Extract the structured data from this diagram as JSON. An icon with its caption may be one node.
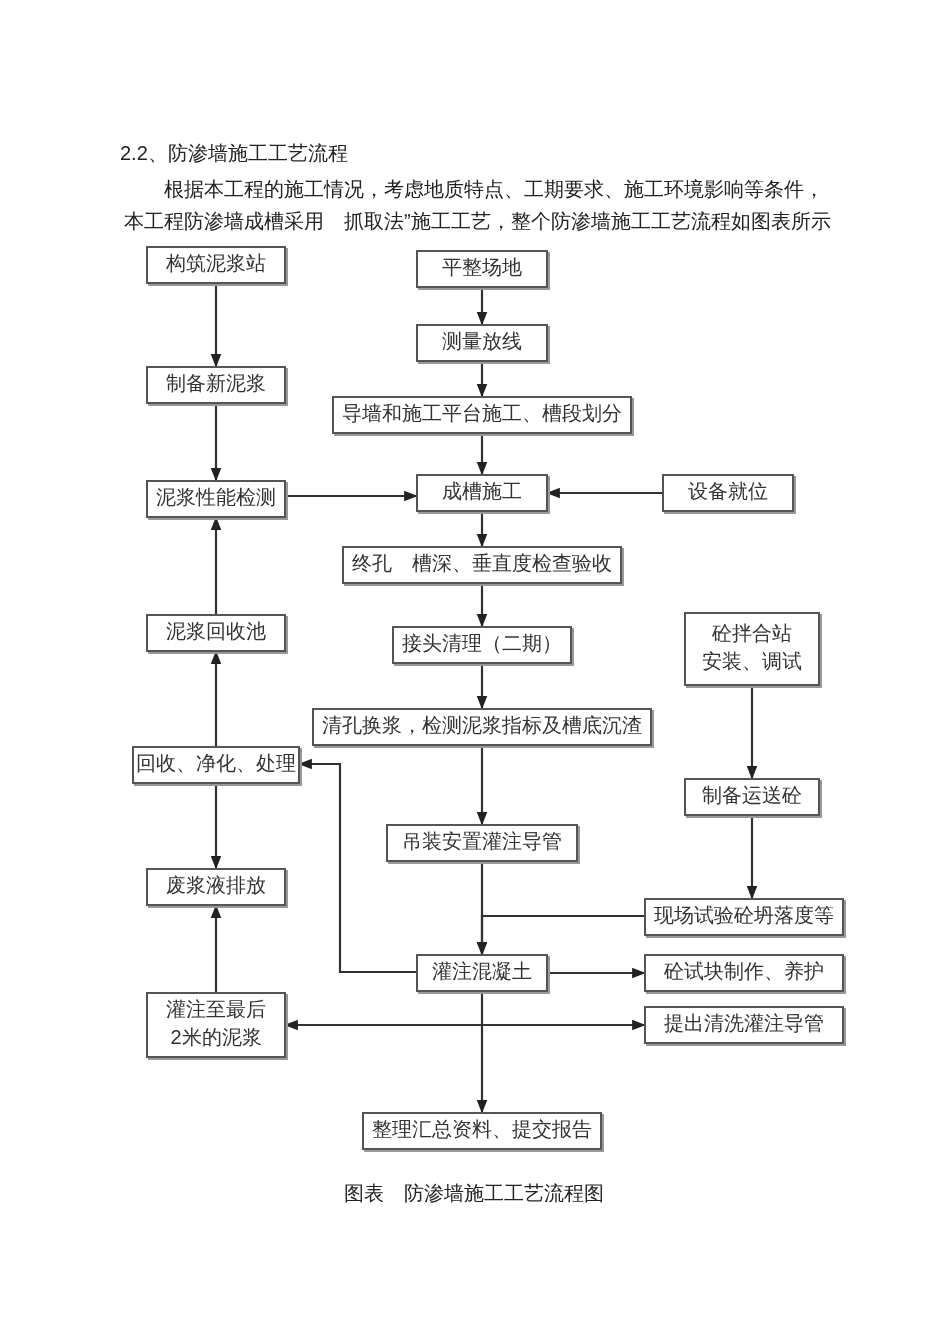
{
  "diagram": {
    "title": "2.2、防渗墙施工工艺流程",
    "caption": "图表　防渗墙施工工艺流程图",
    "labels": [
      "根据本工程的施工情况，考虑地质特点、工期要求、施工环境影响等条件，本工程防渗墙成槽采用　抓取法”施工工艺，整个防渗墙施工工艺流程如图表所示"
    ],
    "nodes": [
      {
        "text": [
          "构筑泥浆站"
        ]
      },
      {
        "text": [
          "平整场地"
        ]
      },
      {
        "text": [
          "测量放线"
        ]
      },
      {
        "text": [
          "制备新泥浆"
        ]
      },
      {
        "text": [
          "导墙和施工平台施工、槽段划分"
        ]
      },
      {
        "text": [
          "泥浆性能检测"
        ]
      },
      {
        "text": [
          "成槽施工"
        ]
      },
      {
        "text": [
          "设备就位"
        ]
      },
      {
        "text": [
          "终孔　槽深、垂直度检查验收"
        ]
      },
      {
        "text": [
          "泥浆回收池"
        ]
      },
      {
        "text": [
          "接头清理（二期）"
        ]
      },
      {
        "text": [
          "砼拌合站",
          "安装、调试"
        ]
      },
      {
        "text": [
          "清孔换浆，检测泥浆指标及槽底沉渣"
        ]
      },
      {
        "text": [
          "回收、净化、处理"
        ]
      },
      {
        "text": [
          "制备运送砼"
        ]
      },
      {
        "text": [
          "吊装安置灌注导管"
        ]
      },
      {
        "text": [
          "废浆液排放"
        ]
      },
      {
        "text": [
          "现场试验砼坍落度等"
        ]
      },
      {
        "text": [
          "灌注混凝土"
        ]
      },
      {
        "text": [
          "砼试块制作、养护"
        ]
      },
      {
        "text": [
          "灌注至最后2米的泥浆"
        ]
      },
      {
        "text": [
          "提出清洗灌注导管"
        ]
      },
      {
        "text": [
          "整理汇总资料、提交报告"
        ]
      }
    ],
    "edges": [
      {
        "from": 0,
        "to": 3,
        "arrow": "to"
      },
      {
        "from": 3,
        "to": 5,
        "arrow": "to"
      },
      {
        "from": 9,
        "to": 5,
        "arrow": "to"
      },
      {
        "from": 13,
        "to": 9,
        "arrow": "to"
      },
      {
        "from": 13,
        "to": 16,
        "arrow": "to"
      },
      {
        "from": 20,
        "to": 16,
        "arrow": "to"
      },
      {
        "from": 1,
        "to": 2,
        "arrow": "to"
      },
      {
        "from": 2,
        "to": 4,
        "arrow": "to"
      },
      {
        "from": 4,
        "to": 6,
        "arrow": "to"
      },
      {
        "from": 5,
        "to": 6,
        "arrow": "to"
      },
      {
        "from": 7,
        "to": 6,
        "arrow": "to"
      },
      {
        "from": 6,
        "to": 8,
        "arrow": "to"
      },
      {
        "from": 8,
        "to": 10,
        "arrow": "to"
      },
      {
        "from": 10,
        "to": 12,
        "arrow": "to"
      },
      {
        "from": 12,
        "to": 15,
        "arrow": "to"
      },
      {
        "from": 15,
        "to": 18,
        "arrow": "to"
      },
      {
        "from": 17,
        "to": 18,
        "arrow": "to"
      },
      {
        "from": 11,
        "to": 14,
        "arrow": "to"
      },
      {
        "from": 14,
        "to": 17,
        "arrow": "to"
      },
      {
        "from": 18,
        "to": 19,
        "arrow": "to"
      },
      {
        "from": 18,
        "to": 13,
        "arrow": "to"
      },
      {
        "from": 20,
        "to": 21,
        "arrow": "both"
      },
      {
        "from": 18,
        "to": 22,
        "arrow": "to"
      }
    ]
  }
}
